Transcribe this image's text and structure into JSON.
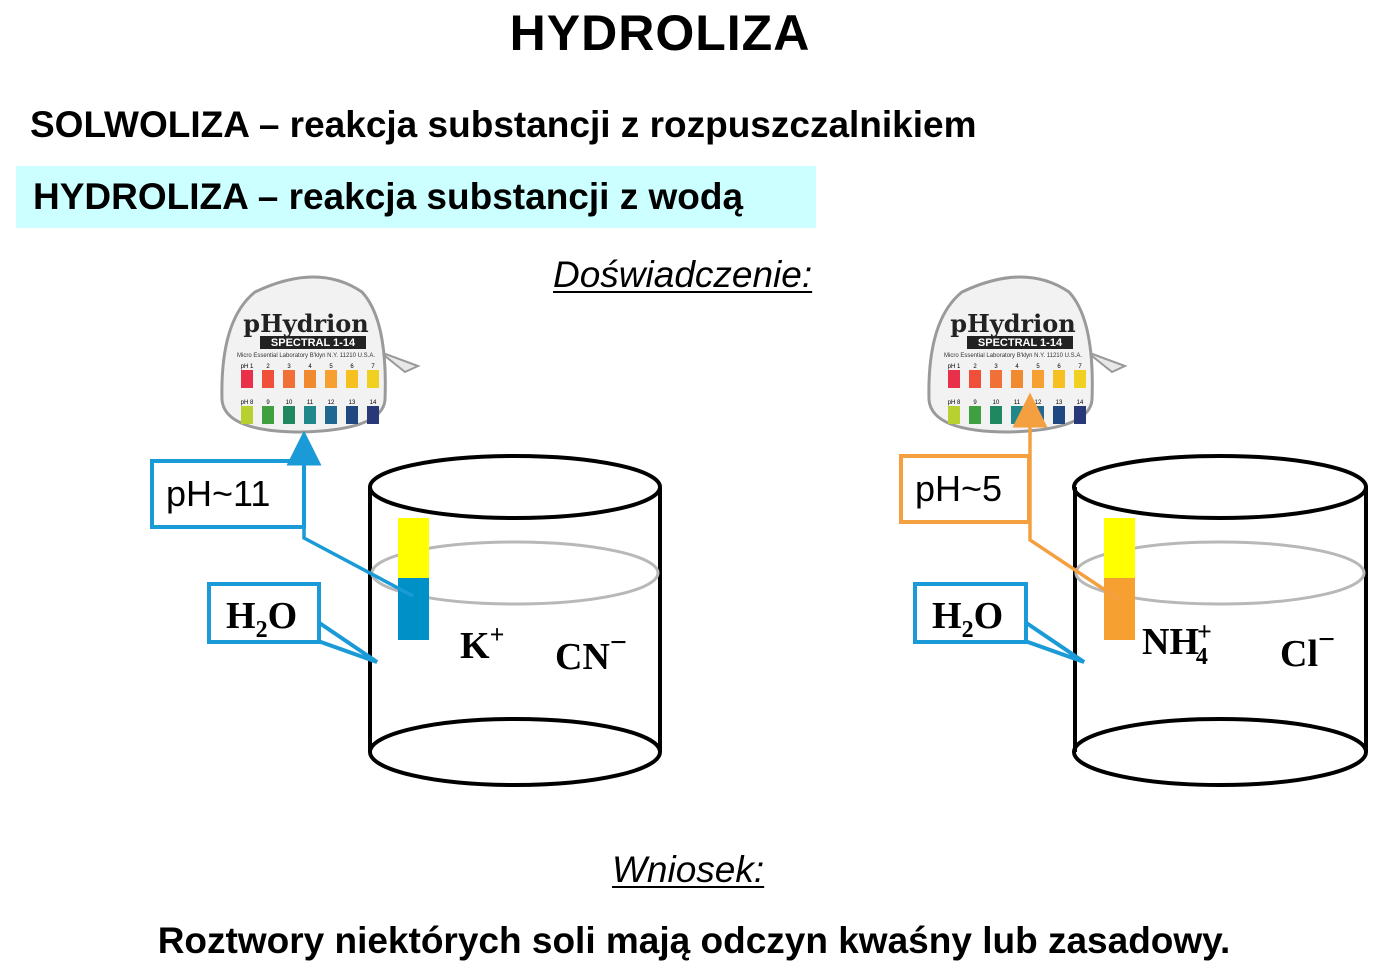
{
  "title": "HYDROLIZA",
  "definitions": {
    "solvolysis": "SOLWOLIZA – reakcja substancji z rozpuszczalnikiem",
    "hydrolysis": "HYDROLIZA – reakcja substancji z wodą"
  },
  "experiment_heading": "Doświadczenie:",
  "ph_meter": {
    "brand": "pHydrion",
    "model": "SPECTRAL 1-14",
    "maker": "Micro Essential Laboratory  B'klyn N.Y. 11210 U.S.A.",
    "scale_top": [
      "pH 1",
      "2",
      "3",
      "4",
      "5",
      "6",
      "7"
    ],
    "scale_bottom": [
      "pH 8",
      "9",
      "10",
      "11",
      "12",
      "13",
      "14"
    ],
    "colors_top": [
      "#e8304a",
      "#f0503a",
      "#f07038",
      "#f08a30",
      "#f5a030",
      "#f5c020",
      "#f0d020"
    ],
    "colors_bottom": [
      "#b8d030",
      "#40a040",
      "#208860",
      "#208888",
      "#206890",
      "#204880",
      "#283878"
    ]
  },
  "left_beaker": {
    "ph_label": "pH~11",
    "solvent_main": "H",
    "solvent_sub": "2",
    "solvent_end": "O",
    "cation": "K",
    "cation_charge": "+",
    "anion": "CN",
    "anion_charge": "−",
    "accent": "#1a9bd7",
    "strip_top": "#ffff00",
    "strip_bottom": "#0090c8"
  },
  "right_beaker": {
    "ph_label": "pH~5",
    "solvent_main": "H",
    "solvent_sub": "2",
    "solvent_end": "O",
    "cation": "NH",
    "cation_sub": "4",
    "cation_charge": "+",
    "anion": "Cl",
    "anion_charge": "−",
    "accent": "#f5a040",
    "solvent_accent": "#1a9bd7",
    "strip_top": "#ffff00",
    "strip_bottom": "#f5a030"
  },
  "conclusion_heading": "Wniosek:",
  "conclusion": "Roztwory niektórych soli mają odczyn kwaśny lub zasadowy."
}
